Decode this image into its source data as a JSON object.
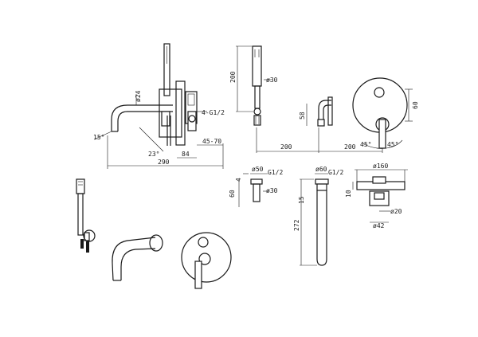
{
  "dimensions": {
    "bath_spout_diameter": "ø24",
    "bath_thread": "4-G1/2",
    "bath_angle": "15°",
    "bath_angle_2": "23°",
    "bath_width_total": "290",
    "bath_depth": "84",
    "bath_depth_range": "45-70",
    "shower_height": "200",
    "shower_diameter": "ø30",
    "holder_height": "58",
    "span_left": "200",
    "span_right": "200",
    "plate_height": "60",
    "angle_left": "45°",
    "angle_right": "45°",
    "outlet_diameter": "ø50",
    "outlet_thread": "G1/2",
    "outlet_depth": "4",
    "outlet_height": "60",
    "outlet_hose_diameter": "ø30",
    "spout_diameter": "ø60",
    "spout_thread": "G1/2",
    "spout_offset": "15",
    "spout_length": "272",
    "mixer_diameter": "ø160",
    "mixer_depth": "10",
    "mixer_handle_diameter": "ø20",
    "mixer_body_diameter": "ø42"
  }
}
